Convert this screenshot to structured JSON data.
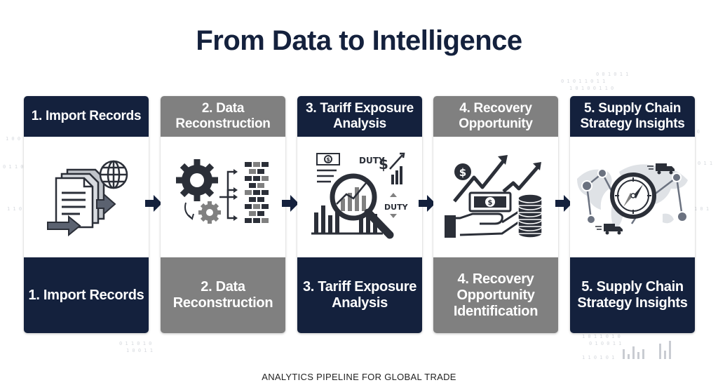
{
  "title": "From Data to Intelligence",
  "footer": "ANALYTICS PIPELINE FOR GLOBAL TRADE",
  "colors": {
    "navy": "#14213d",
    "gray": "#808080",
    "white": "#ffffff"
  },
  "steps": [
    {
      "header": "1. Import Records",
      "footer": "1. Import Records",
      "theme": "navy",
      "icon": "documents-globe-icon"
    },
    {
      "header": "2. Data Reconstruction",
      "footer": "2. Data Reconstruction",
      "theme": "gray",
      "icon": "gears-to-blocks-icon"
    },
    {
      "header": "3. Tariff Exposure Analysis",
      "footer": "3. Tariff Exposure Analysis",
      "theme": "navy",
      "icon": "magnifier-chart-duty-icon",
      "labels": {
        "duty_top": "DUTY",
        "duty_side": "DUTY",
        "dollar": "$"
      }
    },
    {
      "header": "4. Recovery Opportunity",
      "footer": "4. Recovery Opportunity Identification",
      "theme": "gray",
      "icon": "hand-money-growth-icon",
      "labels": {
        "dollar": "$"
      }
    },
    {
      "header": "5. Supply Chain Strategy Insights",
      "footer": "5. Supply Chain Strategy Insights",
      "theme": "navy",
      "icon": "compass-map-network-icon"
    }
  ]
}
